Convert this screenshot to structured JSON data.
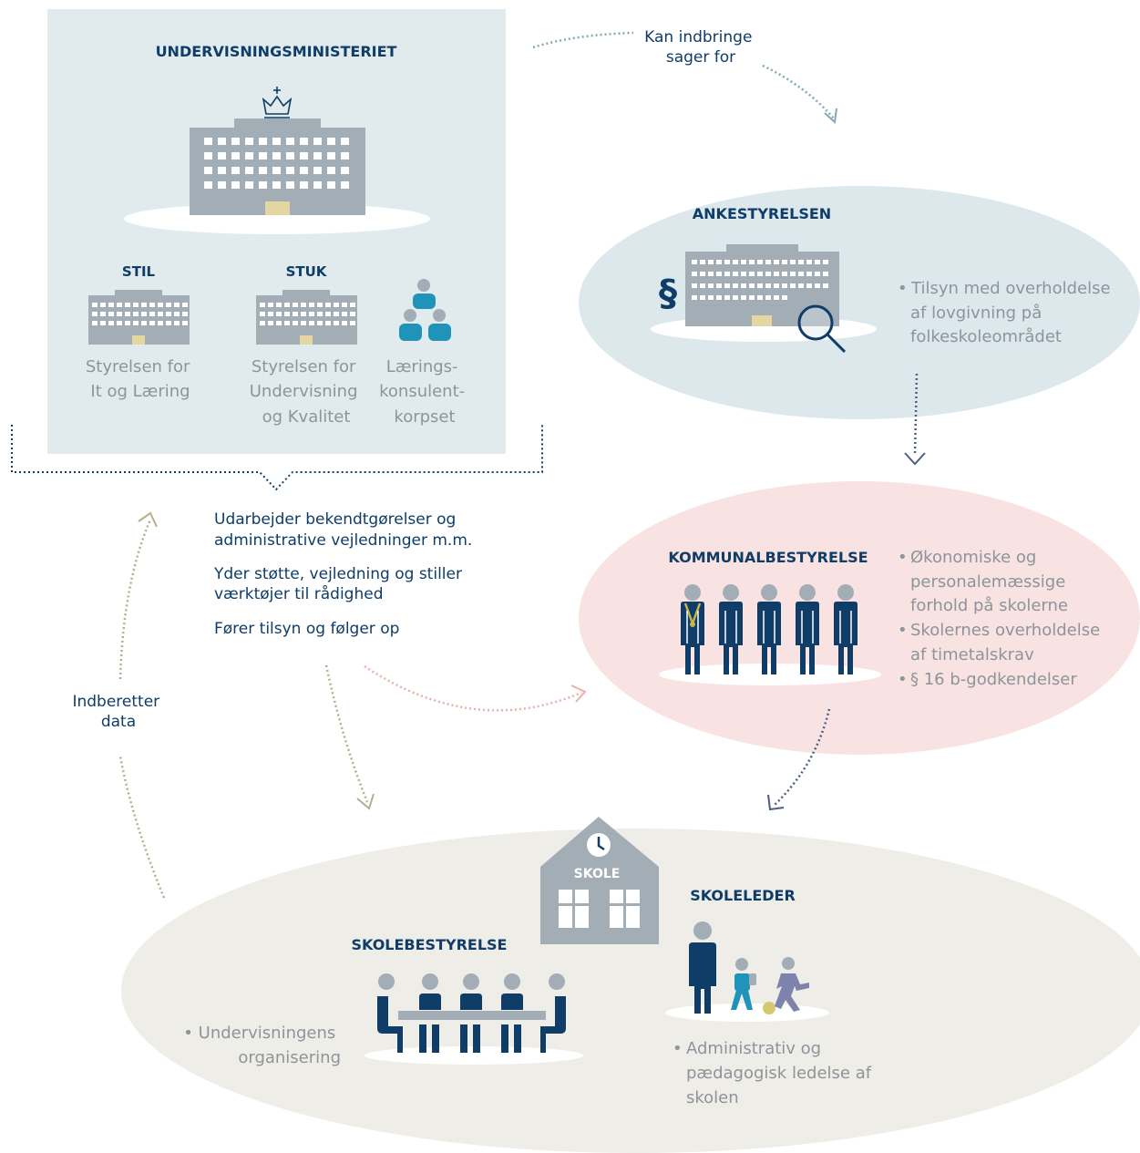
{
  "ministry": {
    "title": "UNDERVISNINGSMINISTERIET",
    "stil": {
      "title": "STIL",
      "name_lines": [
        "Styrelsen for",
        "It og Læring"
      ]
    },
    "stuk": {
      "title": "STUK",
      "name_lines": [
        "Styrelsen for",
        "Undervisning",
        "og Kvalitet"
      ]
    },
    "korps": {
      "name_lines": [
        "Lærings-",
        "konsulent-",
        "korpset"
      ]
    },
    "duties": [
      [
        "Udarbejder bekendtgørelser og",
        "administrative vejledninger m.m."
      ],
      [
        "Yder støtte, vejledning og stiller",
        "værktøjer til rådighed"
      ],
      [
        "Fører tilsyn og følger op"
      ]
    ]
  },
  "flows": {
    "appeal_label": [
      "Kan indbringe",
      "sager for"
    ],
    "report_label": [
      "Indberetter",
      "data"
    ]
  },
  "ankestyrelsen": {
    "title": "ANKESTYRELSEN",
    "bullets": [
      [
        "Tilsyn med overholdelse",
        "af lovgivning på",
        "folkeskoleområdet"
      ]
    ]
  },
  "kommunalbestyrelse": {
    "title": "KOMMUNALBESTYRELSE",
    "bullets": [
      [
        "Økonomiske og",
        "personalemæssige",
        "forhold på skolerne"
      ],
      [
        "Skolernes overholdelse",
        "af timetalskrav"
      ],
      [
        "§ 16 b-godkendelser"
      ]
    ]
  },
  "school": {
    "building_label": "SKOLE",
    "skolebestyrelse": {
      "title": "SKOLEBESTYRELSE",
      "bullets": [
        [
          "Undervisningens",
          "organisering"
        ]
      ]
    },
    "skoleleder": {
      "title": "SKOLELEDER",
      "bullets": [
        [
          "Administrativ og",
          "pædagogisk ledelse af",
          "skolen"
        ]
      ]
    }
  },
  "colors": {
    "navy": "#0f3d68",
    "building_gray": "#a3adb6",
    "ministry_bg": "#e1ebee",
    "ankestyrelsen_bg": "#dde8ec",
    "kommune_bg": "#f8e3e2",
    "school_bg": "#eeede8",
    "door_yellow": "#e3d6a0",
    "korps_blue": "#1f93b8",
    "arrow_teal": "#7faab4",
    "arrow_pink": "#e8b0ab",
    "arrow_khaki": "#b5ae8e",
    "arrow_navy": "#4b5e86"
  },
  "icons": [
    "crown-icon",
    "paragraph-icon",
    "magnifier-icon",
    "clock-icon",
    "person-icon"
  ]
}
